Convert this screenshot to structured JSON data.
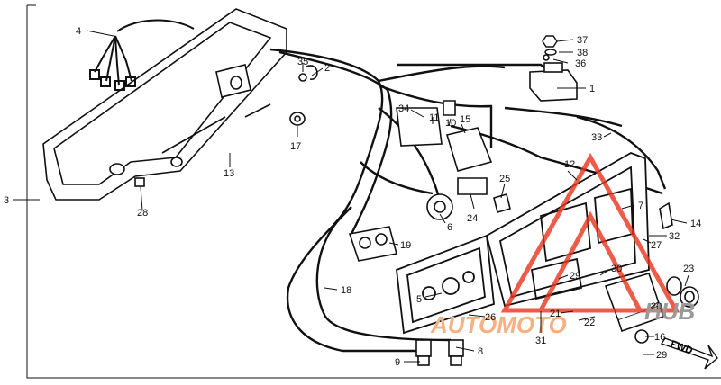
{
  "watermark": {
    "left_text": "AUTOMOTO",
    "right_text": "HUB",
    "left_color": "#f4b183",
    "right_color": "#9a9a9a",
    "triangle_color": "#e8341c"
  },
  "fwd_label": "FWD",
  "callouts": [
    "1",
    "2",
    "3",
    "4",
    "5",
    "6",
    "7",
    "8",
    "9",
    "10",
    "11",
    "12",
    "13",
    "14",
    "15",
    "16",
    "17",
    "18",
    "19",
    "20",
    "21",
    "22",
    "23",
    "24",
    "25",
    "26",
    "27",
    "28",
    "29",
    "29",
    "30",
    "31",
    "32",
    "33",
    "34",
    "35",
    "36",
    "37",
    "38"
  ]
}
